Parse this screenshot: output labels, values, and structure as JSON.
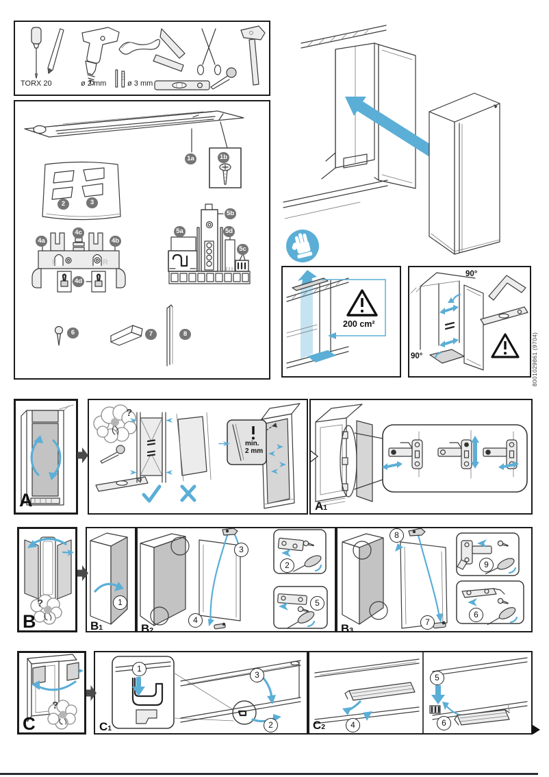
{
  "colors": {
    "accent": "#5BAED6",
    "line": "#3a3a3a",
    "badge_bg": "#757575",
    "bottom_rule": "#272c34"
  },
  "tools": {
    "torx": "TORX 20",
    "bit2": "ø 2 mm",
    "bit3": "ø 3 mm"
  },
  "icons": {
    "tools": [
      "screwdriver-icon",
      "pencil-icon",
      "drill-icon",
      "strap-icon",
      "try-square-icon",
      "scissors-icon",
      "awl-icon",
      "hammer-icon",
      "drill-bit-icon",
      "spirit-level-icon"
    ],
    "safety": [
      "gloves-icon",
      "warning-triangle-icon",
      "thought-cloud-icon",
      "question-mark"
    ]
  },
  "parts": {
    "p1a": "1a",
    "p1b": "1b",
    "p2": "2",
    "p3": "3",
    "p4a": "4a",
    "p4b": "4b",
    "p4c": "4c",
    "p4d": "4d",
    "p5a": "5a",
    "p5b": "5b",
    "p5c": "5c",
    "p5d": "5d",
    "p6": "6",
    "p7": "7",
    "p8": "8"
  },
  "install": {
    "vent_area": "200 cm²",
    "angle_top": "90°",
    "angle_bottom": "90°",
    "code": "8001029861 (9704)"
  },
  "sections": {
    "a": {
      "label": "A",
      "question": "?",
      "min_line1": "min.",
      "min_line2": "2 mm",
      "a1_main": "A",
      "a1_sub": "1"
    },
    "b": {
      "label": "B",
      "question": "?",
      "b1_main": "B",
      "b1_sub": "1",
      "b2_main": "B",
      "b2_sub": "2",
      "b3_main": "B",
      "b3_sub": "3",
      "steps": {
        "s1": "1",
        "s2": "2",
        "s3": "3",
        "s4": "4",
        "s5": "5",
        "s6": "6",
        "s7": "7",
        "s8": "8",
        "s9": "9"
      }
    },
    "c": {
      "label": "C",
      "question": "?",
      "c1_main": "C",
      "c1_sub": "1",
      "c2_main": "C",
      "c2_sub": "2",
      "steps": {
        "s1": "1",
        "s2": "2",
        "s3": "3",
        "s4": "4",
        "s5": "5",
        "s6": "6"
      }
    }
  }
}
